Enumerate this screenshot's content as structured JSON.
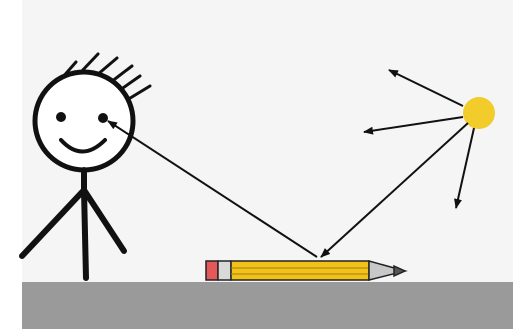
{
  "scene": {
    "background_color": "#f5f5f5",
    "ground_color": "#9a9a9a",
    "line_color": "#111111",
    "figure": {
      "icon": "stick-figure-icon",
      "expression": "smiling"
    },
    "sun": {
      "icon": "sun-icon",
      "color": "#f2cc2a",
      "ray_count": 3
    },
    "pencil": {
      "icon": "pencil-icon",
      "body_color": "#f2c21b",
      "eraser_color": "#e4585a",
      "ferrule_color": "#d9d9d9",
      "tip_color": "#c8c8c8"
    },
    "light_path": [
      "sun",
      "pencil",
      "eye"
    ]
  }
}
